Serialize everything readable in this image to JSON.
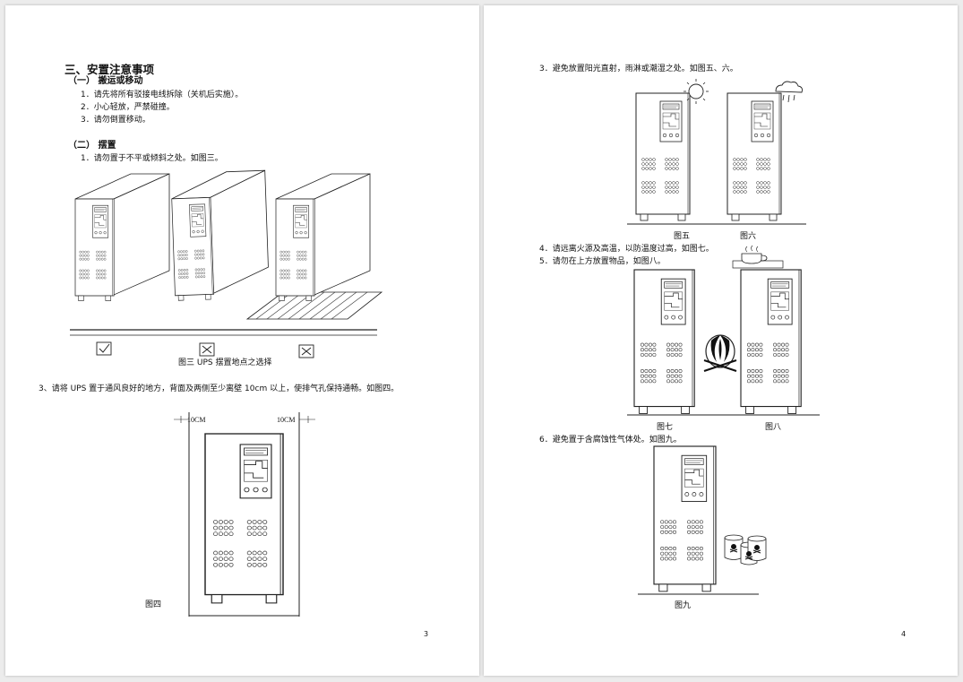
{
  "page3": {
    "section_title": "三、安置注意事项",
    "sub1_title": "（一）  搬运或移动",
    "sub1_items": [
      "1．请先将所有驳接电线拆除（关机后实施）。",
      "2．小心轻放，严禁碰撞。",
      "3．请勿倒置移动。"
    ],
    "sub2_title": "（二）  摆置",
    "sub2_item1": "1．请勿置于不平或倾斜之处。如图三。",
    "fig3_caption": "图三  UPS 摆置地点之选择",
    "item3": "3、请将 UPS 置于通风良好的地方，背面及两侧至少离壁 10cm 以上，使排气孔保持通畅。如图四。",
    "dim_left": "10CM",
    "dim_right": "10CM",
    "fig4_caption": "图四",
    "page_number": "3"
  },
  "page4": {
    "item3": "3．避免放置阳光直射，雨淋或潮湿之处。如图五、六。",
    "fig5_caption": "图五",
    "fig6_caption": "图六",
    "item4": "4．请远离火源及高温，以防温度过高，如图七。",
    "item5": "5．请勿在上方放置物品，如图八。",
    "fig7_caption": "图七",
    "fig8_caption": "图八",
    "item6": "6．避免置于含腐蚀性气体处。如图九。",
    "fig9_caption": "图九",
    "page_number": "4"
  }
}
